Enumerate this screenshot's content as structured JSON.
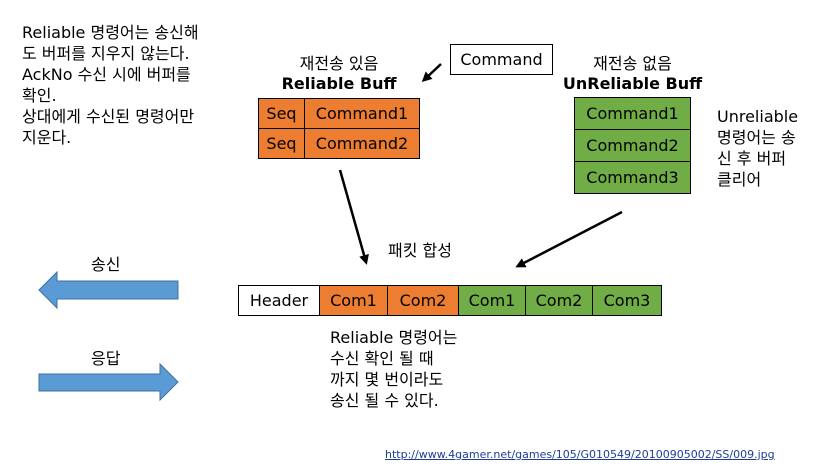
{
  "notes": {
    "top_left": "Reliable 명령어는 송신해\n도 버퍼를 지우지 않는다.\nAckNo 수신 시에 버퍼를\n확인.\n상대에게 수신된 명령어만\n지운다.",
    "right": "Unreliable\n명령어는 송\n신 후 버퍼\n클리어",
    "bottom": "Reliable 명령어는\n수신 확인 될 때\n까지 몇 번이라도\n송신 될 수 있다."
  },
  "command_box": "Command",
  "reliable_buffer": {
    "caption": "재전송 있음",
    "title": "Reliable Buff",
    "rows": [
      {
        "seq": "Seq",
        "command": "Command1"
      },
      {
        "seq": "Seq",
        "command": "Command2"
      }
    ]
  },
  "unreliable_buffer": {
    "caption": "재전송 없음",
    "title": "UnReliable Buff",
    "rows": [
      "Command1",
      "Command2",
      "Command3"
    ]
  },
  "packet_merge_label": "패킷 합성",
  "packet": {
    "header": "Header",
    "reliable": [
      "Com1",
      "Com2"
    ],
    "unreliable": [
      "Com1",
      "Com2",
      "Com3"
    ]
  },
  "send_label": "송신",
  "ack_label": "응답",
  "source_url": "http://www.4gamer.net/games/105/G010549/20100905002/SS/009.jpg",
  "colors": {
    "reliable": "#ed7d31",
    "unreliable": "#70ad47",
    "arrow_fill": "#5b9bd5",
    "arrow_stroke": "#41719c"
  }
}
